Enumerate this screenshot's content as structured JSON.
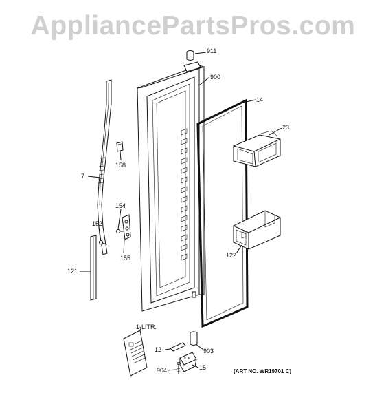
{
  "watermark": "AppliancePartsPros.com",
  "art_number": "(ART NO. WR19701 C)",
  "callouts": {
    "p911": "911",
    "p900": "900",
    "p14": "14",
    "p23": "23",
    "p158": "158",
    "p7": "7",
    "p154": "154",
    "p152": "152",
    "p155": "155",
    "p121": "121",
    "p122": "122",
    "p1litr": "1-LITR.",
    "p12": "12",
    "p903": "903",
    "p904": "904",
    "p15": "15"
  }
}
